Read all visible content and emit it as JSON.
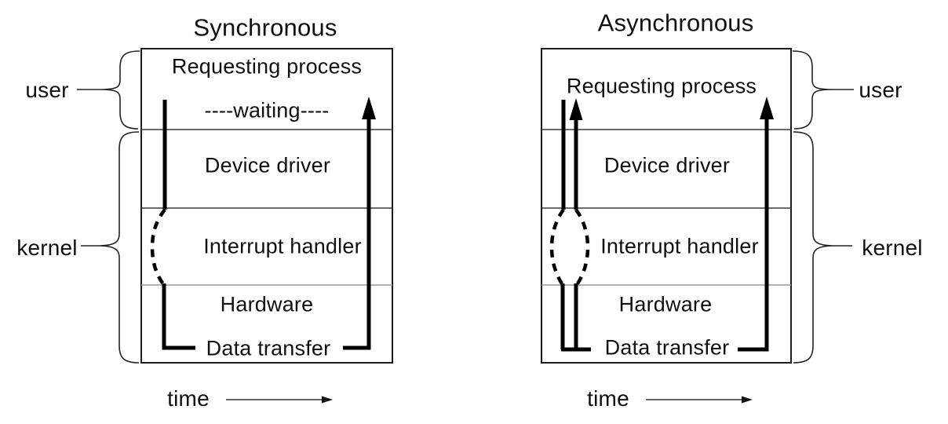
{
  "colors": {
    "ink": "#111111",
    "thick_line": "#000000",
    "divider": "#3a3a3a",
    "divider_gray": "#999999",
    "background": "#ffffff"
  },
  "left_panel": {
    "title": "Synchronous",
    "rows": {
      "requesting_process": "Requesting process",
      "waiting": "----waiting----",
      "device_driver": "Device driver",
      "interrupt_handler": "Interrupt handler",
      "hardware": "Hardware"
    },
    "data_transfer": "Data transfer",
    "time_label": "time",
    "user_label": "user",
    "kernel_label": "kernel"
  },
  "right_panel": {
    "title": "Asynchronous",
    "rows": {
      "requesting_process": "Requesting process",
      "device_driver": "Device driver",
      "interrupt_handler": "Interrupt handler",
      "hardware": "Hardware"
    },
    "data_transfer": "Data transfer",
    "time_label": "time",
    "user_label": "user",
    "kernel_label": "kernel"
  }
}
